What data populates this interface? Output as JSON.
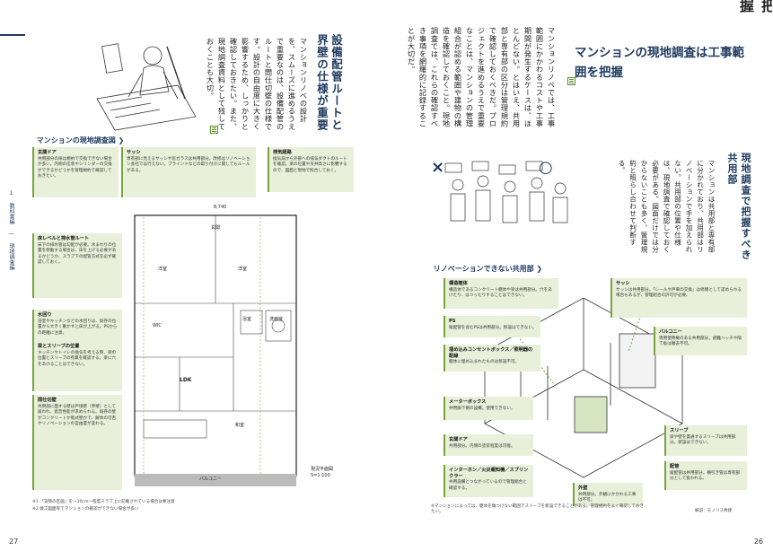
{
  "left_page": {
    "page_number": "27",
    "side_tab": "1 教科書編 ― 現地調査編",
    "heading": "設備配管ルートと界壁の仕様が重要",
    "body": "マンションリノベの設計を、スムーズに進めるうえで重要なのは、設備配管のルートと間仕切壁の仕様です。設計の自由度に大きく影響するため、しっかりと確認しておきたい。また、現地調査資料として残しておくことも大切。",
    "section_title": "マンションの現地調査図",
    "notes": [
      {
        "title": "玄関ドア",
        "text": "共用部分の扉は規約で交換できない場合が多い。内側の塗装やシリンダーの交換ができるかどうかを管理規約で確認しておきたい。"
      },
      {
        "title": "サッシ",
        "text": "専有部に見えるサッシや窓ガラスは共用部分。改修はリノベーション会社では行えない。ブラインドなどの取り付けに関してもルールがある。"
      },
      {
        "title": "排気経路",
        "text": "換気扇から外部への排気ダクトのルートを確認。梁の位置や天井高さに影響するので、図面と現地で照合しておく。"
      },
      {
        "title": "床レベルと排水管ルート",
        "text": "床下の排水管は勾配が必要。水まわりの位置を移動する場合は、床を上げる必要があるかどうか、スラブ下の配管方式を必ず確認しておく。"
      },
      {
        "title": "水回り",
        "text": "浴室やキッチンなどの水回りは、既存の位置から大きく動かすと床が上がる。PSからの距離に注意。"
      },
      {
        "title": "梁とスリーブの位置",
        "text": "キッチンやトイレの換気を考える際、梁の位置とスリーブの有無を確認する。梁に穴をあけることはできない。"
      },
      {
        "title": "間仕切壁",
        "text": "共用部に面する壁は戸境壁（界壁）として扱われ、遮音性能が求められる。既存の壁がコンクリートか乾式壁かで、解体の可否やリノベーションの自由度が変わる。"
      }
    ],
    "plan": {
      "rooms": [
        "洋室",
        "洋室",
        "LDK",
        "和室",
        "浴室",
        "洗面室",
        "WIC",
        "玄関",
        "バルコニー"
      ],
      "scale": "現況平面図 S=1:100",
      "dimension": "8,740"
    },
    "footnotes": [
      "※1 「支障の区画」を～10cm～程度スラブ上に記載されている場合は要注意",
      "※2 竣工図面等でマンションの確認ができない場合が多い"
    ]
  },
  "right_page": {
    "page_number": "26",
    "heading": "マンションの現地調査は工事範囲を把握",
    "body": "マンションリノベでは、工事範囲にかかわるコストや工事期間が発生するケースは、ほとんどない。とはいえ、共用部と専有部の区分は管理規約で確認しておくべきだ。プロジェクトを進めるうえで重要なことは、マンションの管理組合が認める範囲や建物の構造を確認しておくこと。現地調査では、これらの確認すべき事項を網羅的に記録することが大切だ。",
    "sub_heading": "現地調査で把握すべき共用部",
    "sub_body": "マンションは共用部と専有部に分かれており、共用部はリノベーションで手を加えられない。共用部の位置や仕様は、現地調査で確認しておく必要がある。図面だけでは分からないことも多く、管理規約と照らし合わせて判断する。",
    "xo": {
      "x": "×",
      "o": "○"
    },
    "section_title": "リノベーションできない共用部",
    "notes": [
      {
        "title": "構造躯体",
        "text": "構造体であるコンクリート躯体や梁は共用部分。穴をあけたり、はつったりすることはできない。"
      },
      {
        "title": "サッシ",
        "text": "サッシは共用部分。「レールや戸車の交換」は修繕として認められる場合もあるが、管理組合の許可が必要。"
      },
      {
        "title": "PS",
        "text": "縦配管を含むPSは共用部分。移設はできない。"
      },
      {
        "title": "埋め込みコンセントボックス／照明器の配線",
        "text": "躯体に埋め込まれたものは移設不可。"
      },
      {
        "title": "メーターボックス",
        "text": "共用廊下側の設備。使用できない。"
      },
      {
        "title": "玄関ドア",
        "text": "共用部分。内側の塗装程度は可能。"
      },
      {
        "title": "インターホン／火災報知機／スプリンクラー",
        "text": "共用設備とつながっているので管理組合と確認する。"
      },
      {
        "title": "バルコニー",
        "text": "専用使用権のある共用部分。避難ハッチや隔て板は撤去不可。"
      },
      {
        "title": "スリーブ",
        "text": "梁や壁を貫通するスリーブは共用部分。新設はできない。"
      },
      {
        "title": "配管",
        "text": "縦配管は共用部分。横引き管は専有部分として扱われる。"
      },
      {
        "title": "外壁",
        "text": "共用部分。外観にかかわる工事は不可。"
      }
    ],
    "footnote": "※マンションによっては、躯体を傷つけない範囲でスリーブを新設できることがある。管理規約をよく確認しておきたい。",
    "credit": "解説：モノリス秀建"
  },
  "colors": {
    "navy": "#1e3a5f",
    "green": "#7aa33c",
    "note_bg": "#e8f0da"
  }
}
